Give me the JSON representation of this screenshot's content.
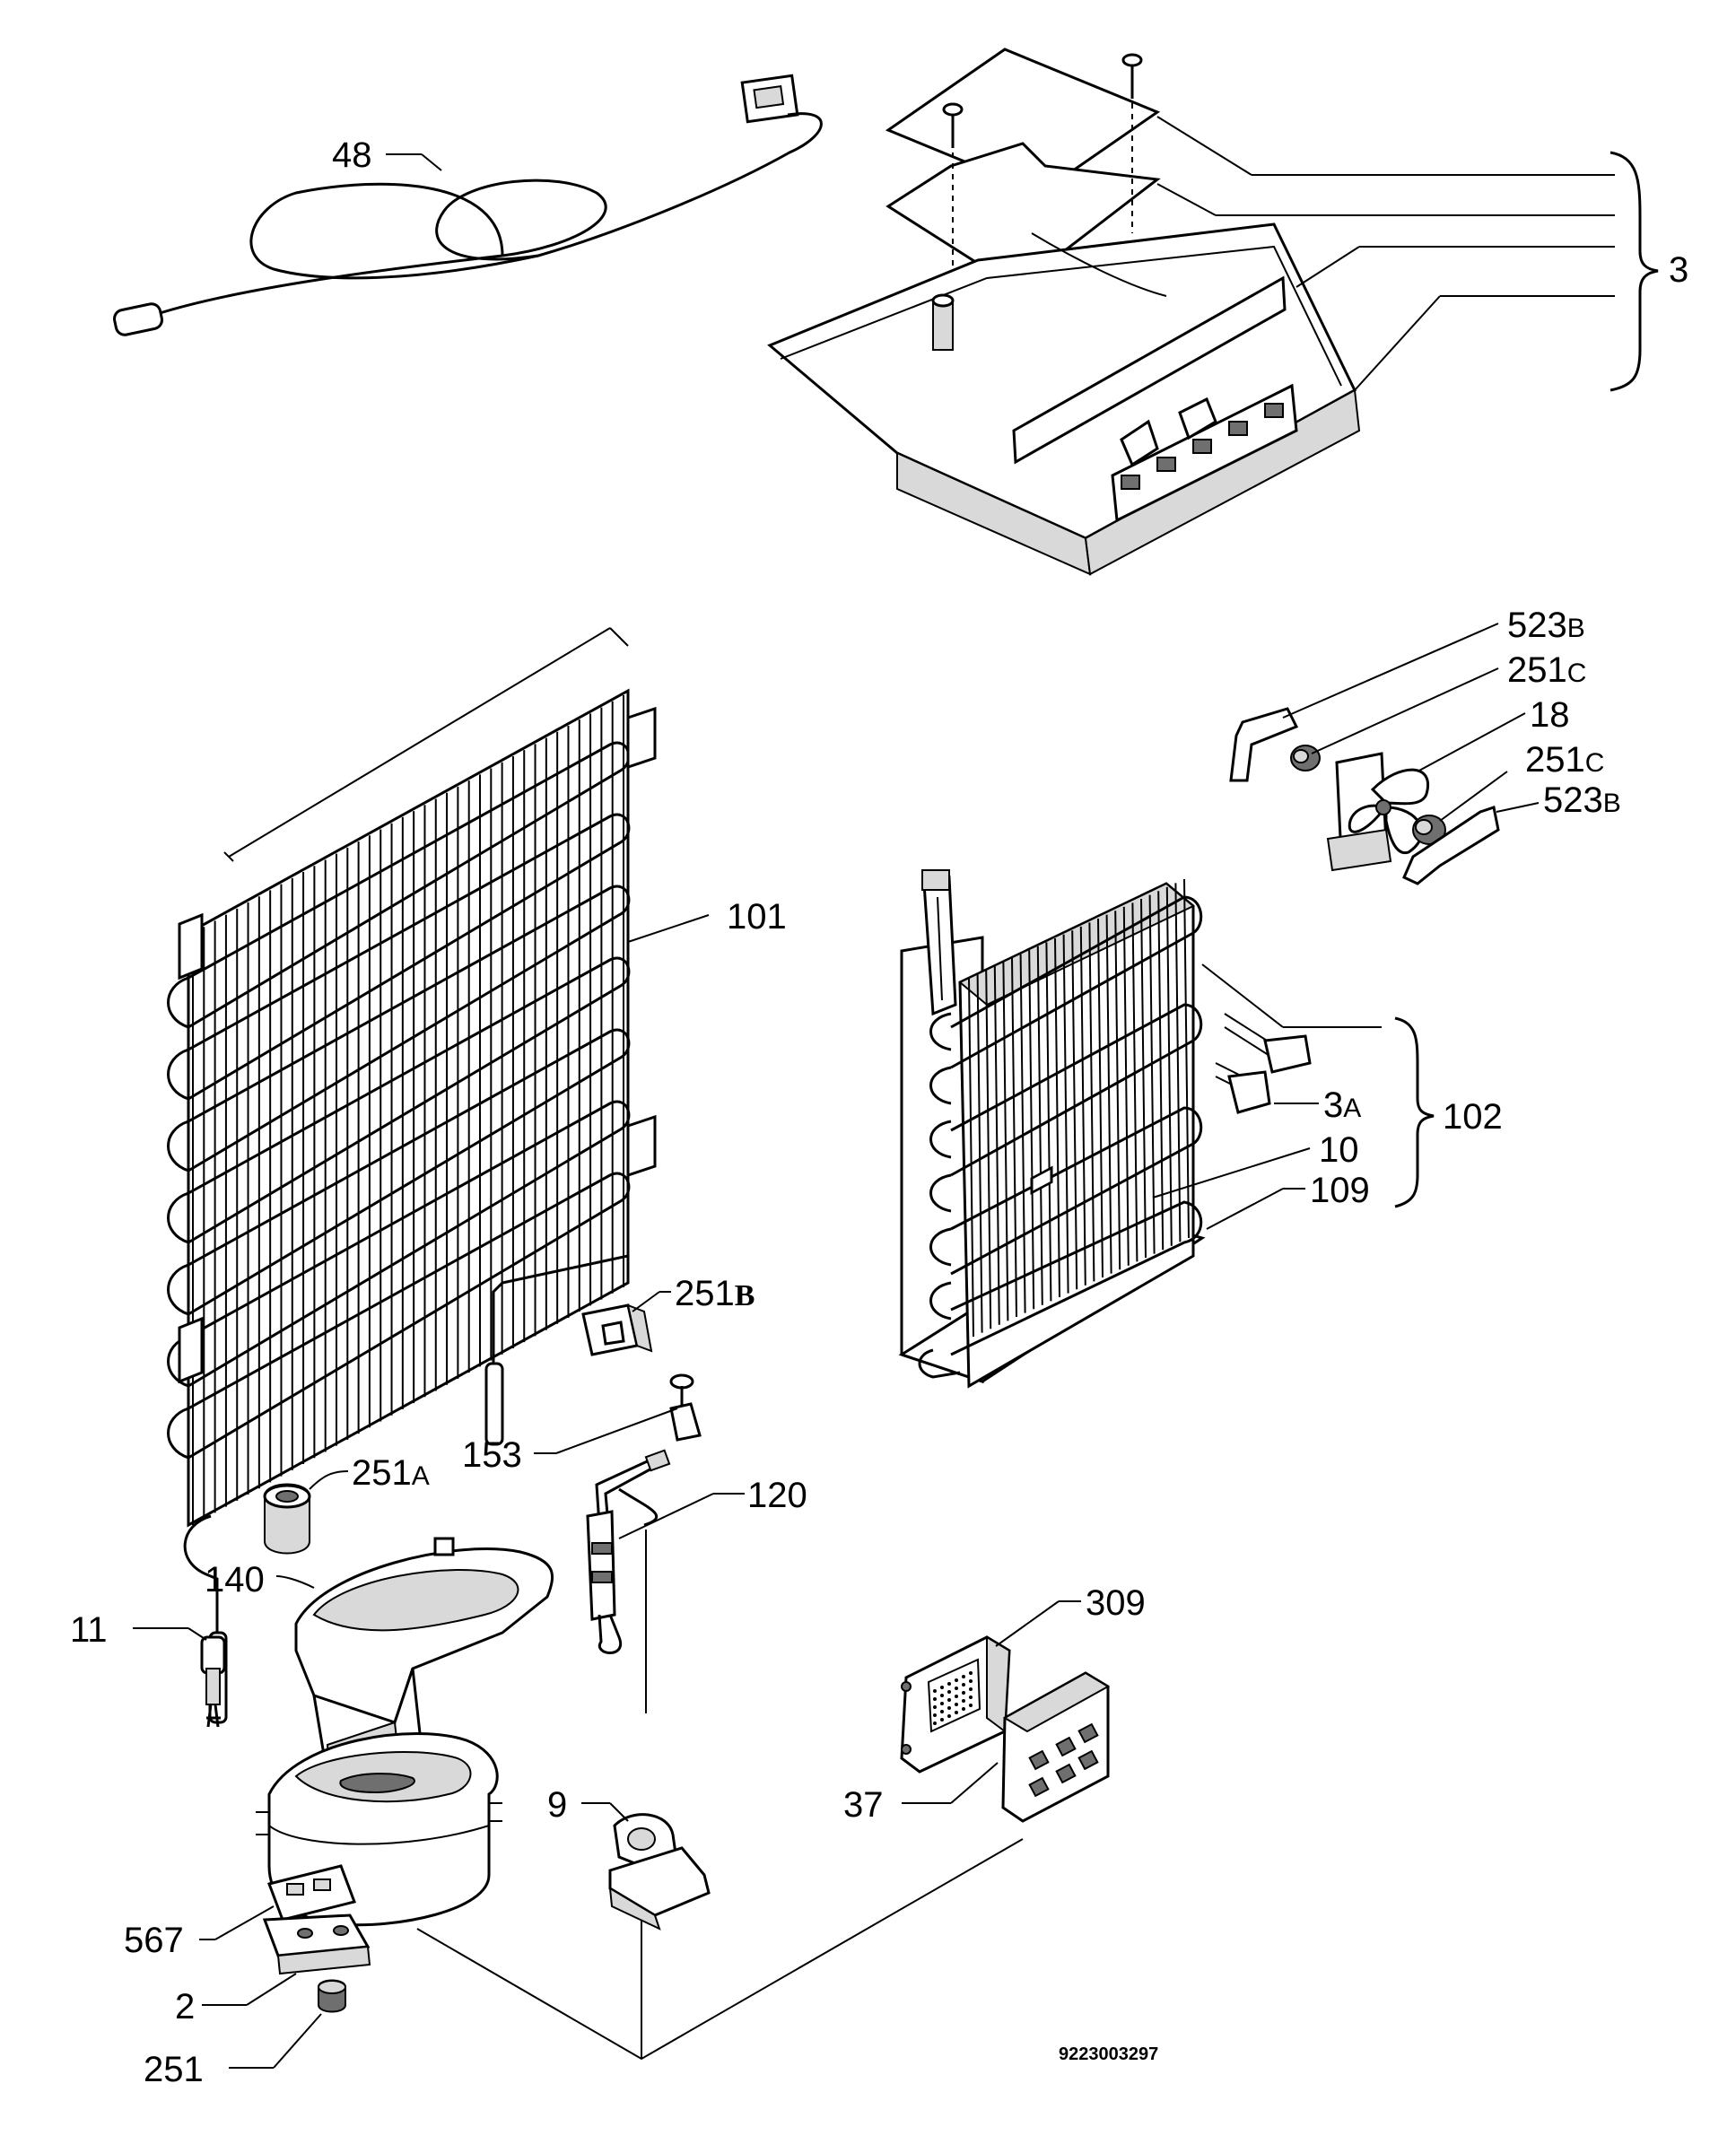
{
  "diagram": {
    "doc_code": "9223003297",
    "callouts": {
      "p48": "48",
      "p3": "3",
      "p523b_top": "523",
      "p523b_top_suffix": "B",
      "p251c_top": "251",
      "p251c_top_suffix": "C",
      "p18": "18",
      "p251c_bot": "251",
      "p251c_bot_suffix": "C",
      "p523b_bot": "523",
      "p523b_bot_suffix": "B",
      "p101": "101",
      "p3a": "3",
      "p3a_suffix": "A",
      "p102": "102",
      "p10": "10",
      "p109": "109",
      "p251b": "251",
      "p251b_suffix": "B",
      "p153": "153",
      "p251a": "251",
      "p251a_suffix": "A",
      "p120": "120",
      "p140": "140",
      "p11": "11",
      "p309": "309",
      "p9": "9",
      "p37": "37",
      "p567": "567",
      "p2": "2",
      "p251": "251"
    }
  }
}
